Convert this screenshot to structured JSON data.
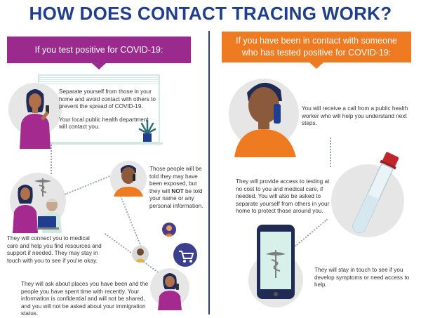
{
  "title": "HOW DOES CONTACT TRACING WORK?",
  "left": {
    "banner": "If you test positive for COVID-19:",
    "step1_para1": "Separate yourself from those in your home and avoid contact with others to prevent the spread of COVID-19.",
    "step1_para2": "Your local public health department will contact you.",
    "step2": "They will connect you to medical care and help you find resources and support if needed. They may stay in touch with you to see if you're okay.",
    "step3_pre": "Those people will be told they may have been exposed, but they will ",
    "step3_bold": "NOT",
    "step3_post": " be told your name or any personal information.",
    "step4": "They will ask about places you have been and the people you have spent time with recently. Your information is confidential and will not be shared, and you will not be asked about your immigration status."
  },
  "right": {
    "banner_line1": "If you have been in contact with someone",
    "banner_line2": "who has tested positive for COVID-19:",
    "step1": "You will receive a call from a public health worker who will help you understand next steps.",
    "step2": "They will provide access to testing at no cost to you and medical care, if needed. You will also be asked to separate yourself from others in your home to protect those around you.",
    "step3": "They will stay in touch to see if you develop symptoms or need access to help."
  },
  "colors": {
    "navy": "#1f3e8e",
    "purple": "#9b2a8f",
    "orange": "#ee7a22",
    "circle_gray": "#e6e6e6",
    "mint": "#dff1ec"
  },
  "icons": [
    "woman-phone-icon",
    "plant-icon",
    "medical-caduceus-icon",
    "man-phone-icon",
    "person-avatar-icon",
    "test-tube-icon",
    "phone-caduceus-icon"
  ]
}
